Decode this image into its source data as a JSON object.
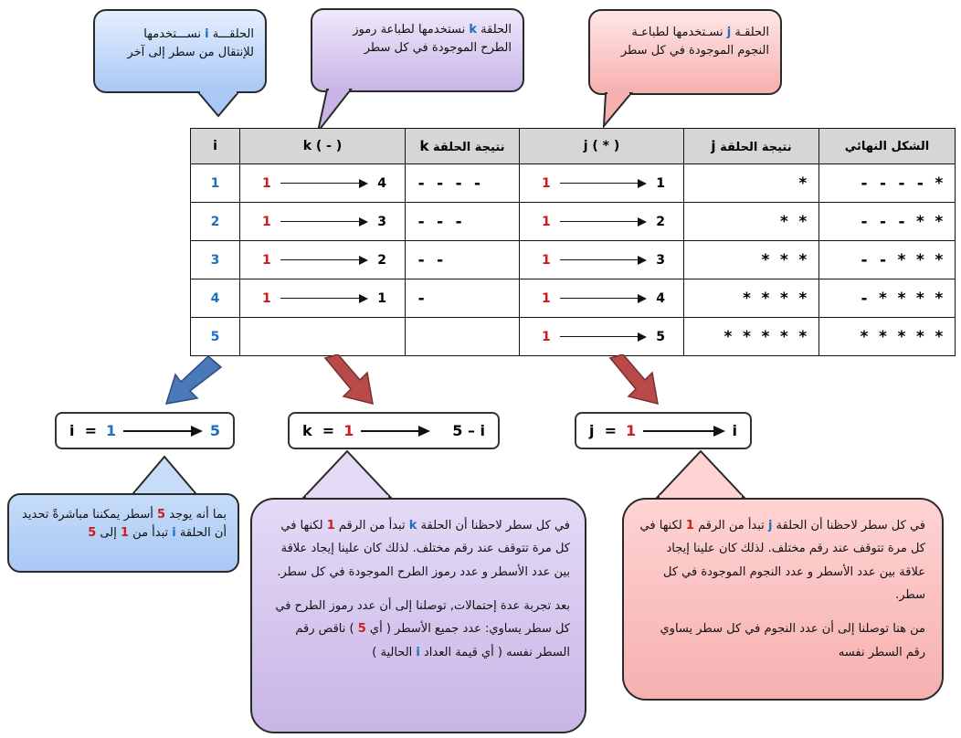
{
  "callouts_top": {
    "i_loop": {
      "prefix": "الحلقـــة",
      "var": "i",
      "rest": "نســـتخدمها للإنتقال من سطر إلى آخر"
    },
    "k_loop": {
      "prefix": "الحلقة",
      "var": "k",
      "rest": "نستخدمها لطباعة رموز الطرح الموجودة في كل سطر"
    },
    "j_loop": {
      "prefix": "الحلقـة",
      "var": "j",
      "rest": "نسـتخدمها لطباعـة النجوم الموجودة في كل سطر"
    }
  },
  "table": {
    "headers": {
      "i": "i",
      "k_formula": "k ( - )",
      "k_result_label": "نتيجة الحلقة",
      "k_result_var": "k",
      "j_formula": "j ( * )",
      "j_result_label": "نتيجة الحلقة",
      "j_result_var": "j",
      "final": "الشكل النهائي"
    },
    "rows": [
      {
        "i": "1",
        "k_from": "1",
        "k_to": "4",
        "k_result": "- - - -",
        "j_from": "1",
        "j_to": "1",
        "j_result": "*",
        "final": "- - - - *"
      },
      {
        "i": "2",
        "k_from": "1",
        "k_to": "3",
        "k_result": "- - -",
        "j_from": "1",
        "j_to": "2",
        "j_result": "* *",
        "final": "- - - * *"
      },
      {
        "i": "3",
        "k_from": "1",
        "k_to": "2",
        "k_result": "- -",
        "j_from": "1",
        "j_to": "3",
        "j_result": "* * *",
        "final": "- - * * *"
      },
      {
        "i": "4",
        "k_from": "1",
        "k_to": "1",
        "k_result": "-",
        "j_from": "1",
        "j_to": "4",
        "j_result": "* * * *",
        "final": "- * * * *"
      },
      {
        "i": "5",
        "k_from": "",
        "k_to": "",
        "k_result": "",
        "j_from": "1",
        "j_to": "5",
        "j_result": "* * * * *",
        "final": "* * * * *"
      }
    ]
  },
  "formulas": {
    "i": {
      "lhs": "i  =",
      "start": "1",
      "end": "5"
    },
    "k": {
      "lhs": "k  =",
      "start": "1",
      "end": "5 – i"
    },
    "j": {
      "lhs": "j  =",
      "start": "1",
      "end": "i"
    }
  },
  "callouts_bottom": {
    "i_note": {
      "t1": "بما أنه يوجد",
      "n1": "5",
      "t2": "أسطر يمكننا مباشرةً تحديد أن الحلقة",
      "v": "i",
      "t3": "تبدأ من",
      "n2": "1",
      "t4": "إلى",
      "n3": "5"
    },
    "k_note": {
      "p1_a": "في كل سطر لاحظنا أن الحلقة",
      "p1_v": "k",
      "p1_b": "تبدأ من الرقم",
      "p1_n": "1",
      "p1_c": "لكنها في كل مرة تتوقف عند رقم مختلف.  لذلك كان علينا إيجاد علاقة بين عدد الأسطر و عدد رموز الطرح الموجودة في كل سطر.",
      "p2_a": "بعد تجربة عدة إحتمالات, توصلنا إلى أن عدد رموز الطرح في كل سطر يساوي: عدد جميع الأسطر ( أي",
      "p2_n": "5",
      "p2_b": ") ناقص رقم السطر نفسه ( أي قيمة العداد",
      "p2_v": "i",
      "p2_c": "الحالية )"
    },
    "j_note": {
      "p1_a": "في كل سطر لاحظنا أن الحلقة",
      "p1_v": "j",
      "p1_b": "تبدأ من الرقم",
      "p1_n": "1",
      "p1_c": "لكنها في كل مرة تتوقف عند رقم مختلف. لذلك كان علينا إيجاد علاقة بين عدد الأسطر و عدد النجوم الموجودة في كل سطر.",
      "p2": "من هنا توصلنا إلى أن عدد النجوم في كل سطر يساوي رقم السطر نفسه"
    }
  },
  "colors": {
    "blue": "#1f6fbf",
    "red": "#d11a1a",
    "blue_fill": "#a9c8f5",
    "purple_fill": "#c8b5e6",
    "red_fill": "#f6b0b0",
    "arrow_blue": "#4a78b8",
    "arrow_red": "#b84a4a"
  }
}
